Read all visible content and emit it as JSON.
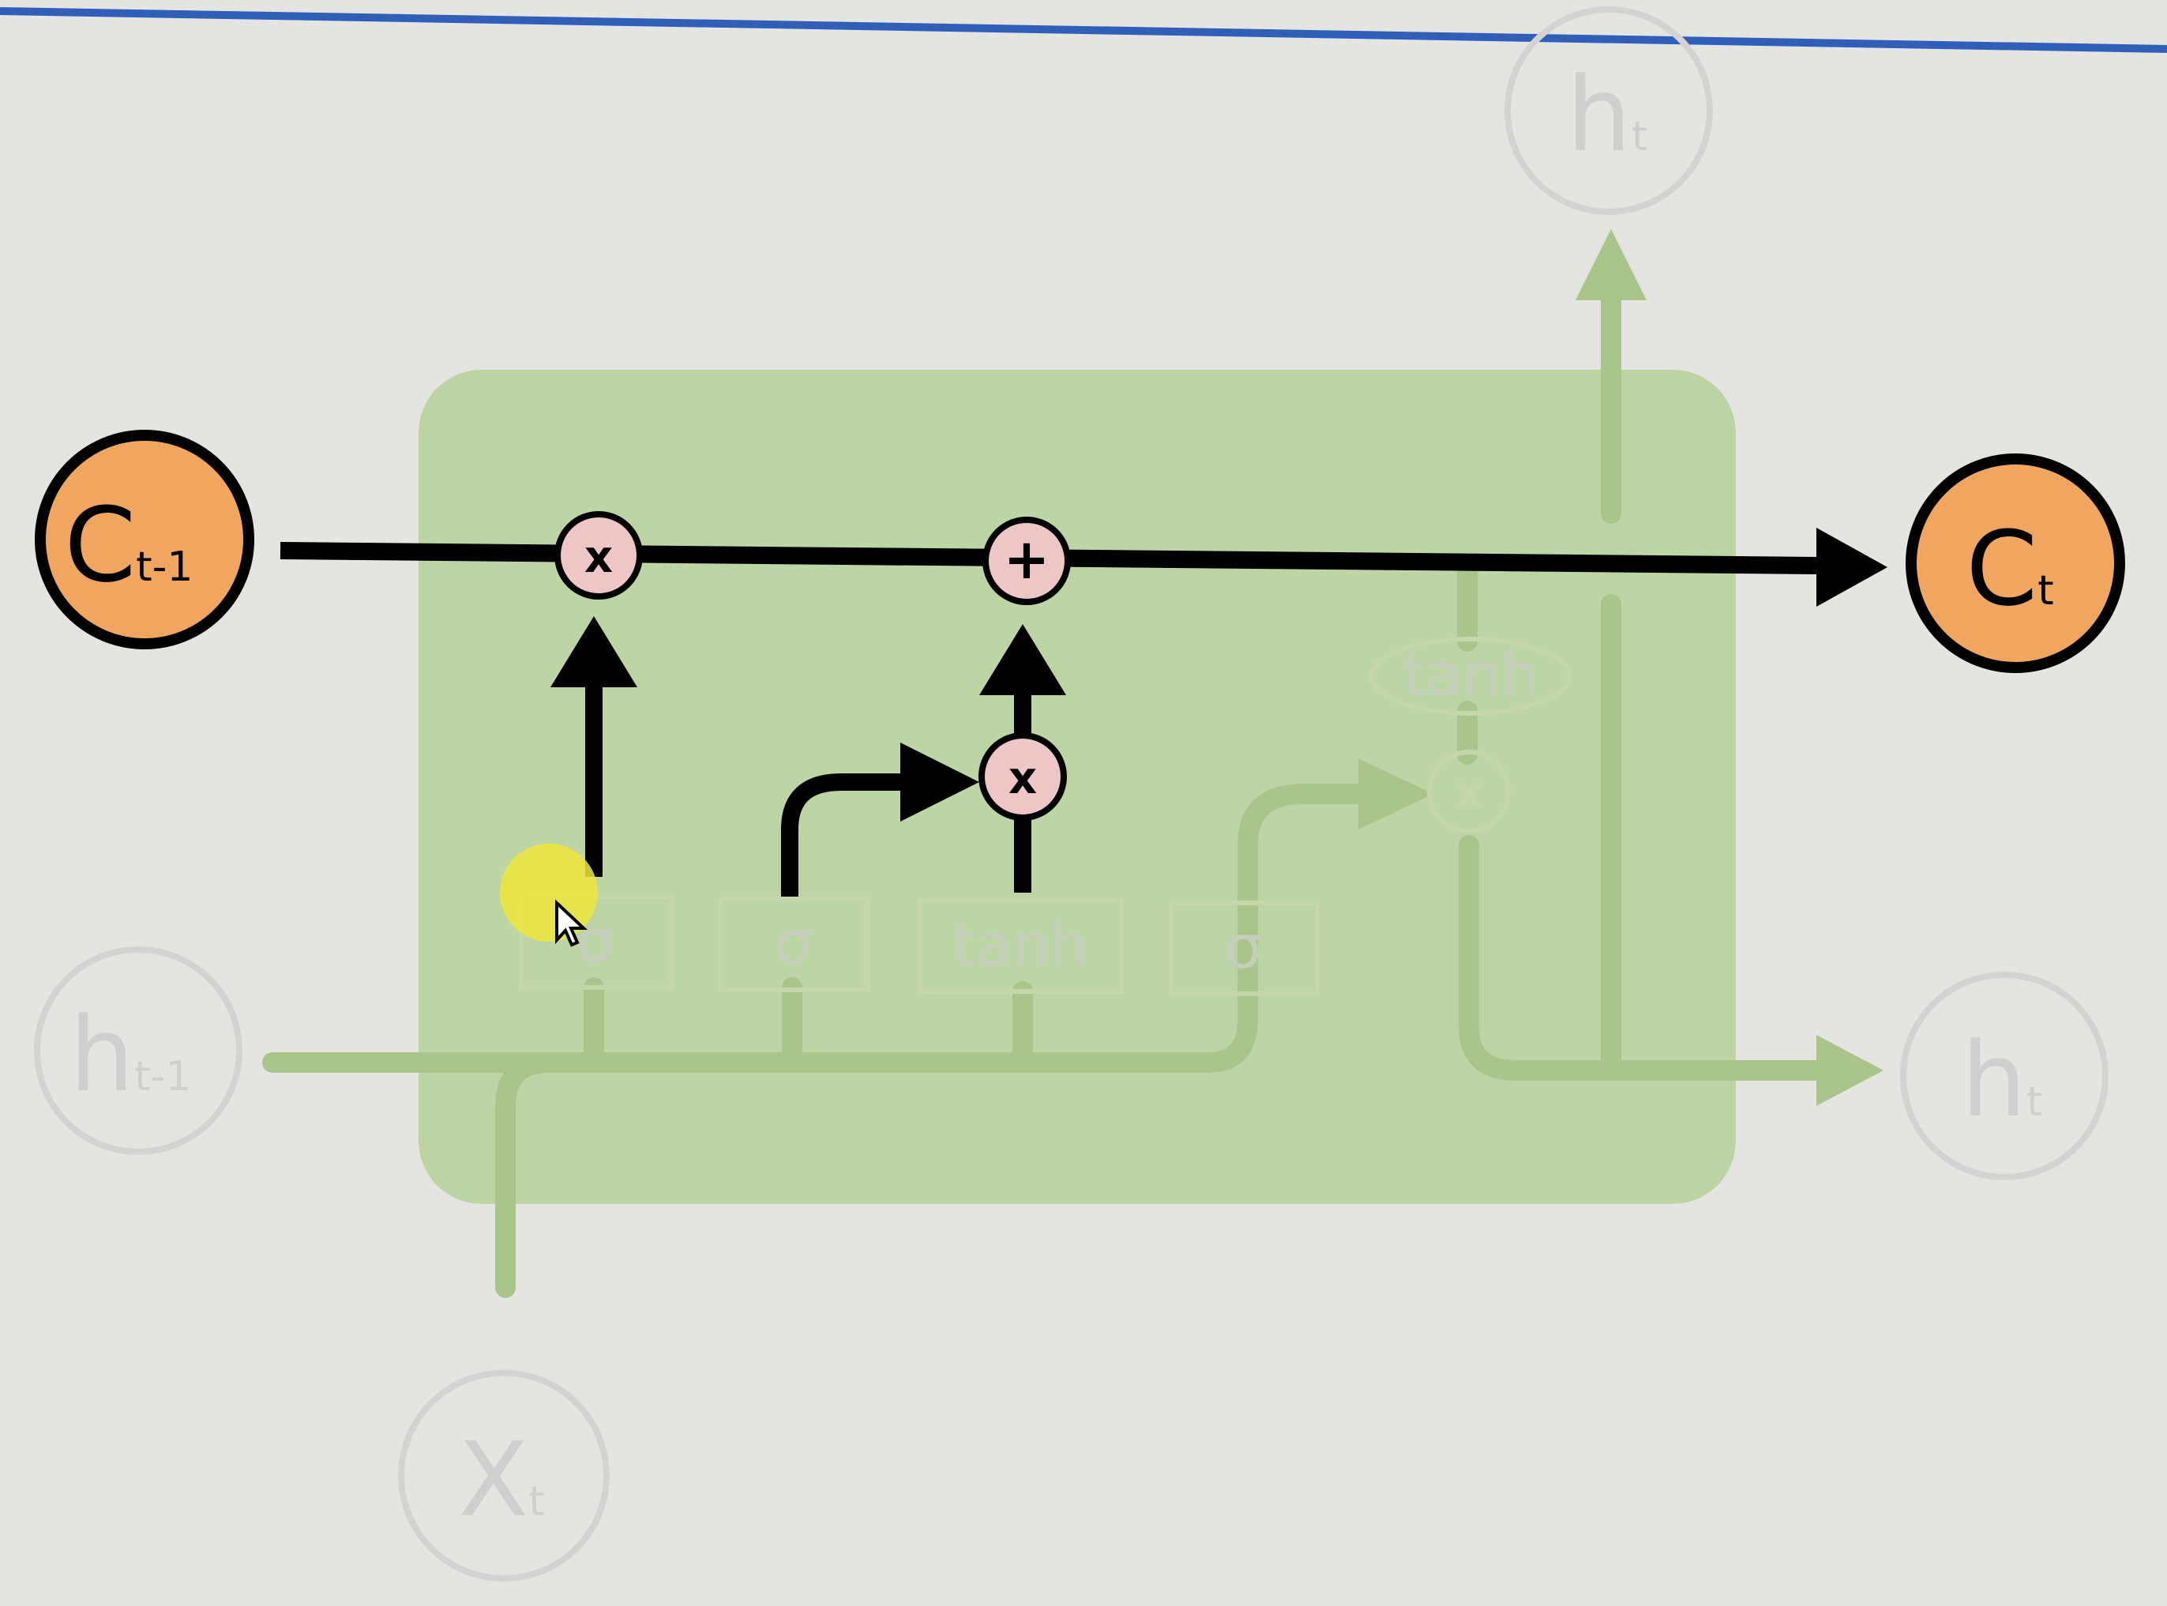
{
  "nodes": {
    "c_prev": {
      "main": "C",
      "sub": "t-1"
    },
    "c_next": {
      "main": "C",
      "sub": "t"
    },
    "h_prev": {
      "main": "h",
      "sub": "t-1"
    },
    "h_next": {
      "main": "h",
      "sub": "t"
    },
    "h_top": {
      "main": "h",
      "sub": "t"
    },
    "x_in": {
      "main": "X",
      "sub": "t"
    }
  },
  "gates": {
    "forget": "σ",
    "input": "σ",
    "candidate": "tanh",
    "output": "σ",
    "cell_tanh": "tanh"
  },
  "ops": {
    "forget_multiply": "x",
    "cell_add": "+",
    "input_multiply": "x",
    "output_multiply": "x"
  },
  "colors": {
    "background": "#e4e4e1",
    "cell_box": "#b5d296",
    "faded_line": "#a9c58c",
    "faded_text": "#c5cdbb",
    "active_line": "#000000",
    "cell_state_node": "#f0a65e",
    "op_node": "#efc6c6",
    "highlight": "#efe63c",
    "top_border": "#2f5fb8"
  },
  "icons": {
    "cursor": "mouse-pointer-icon"
  }
}
